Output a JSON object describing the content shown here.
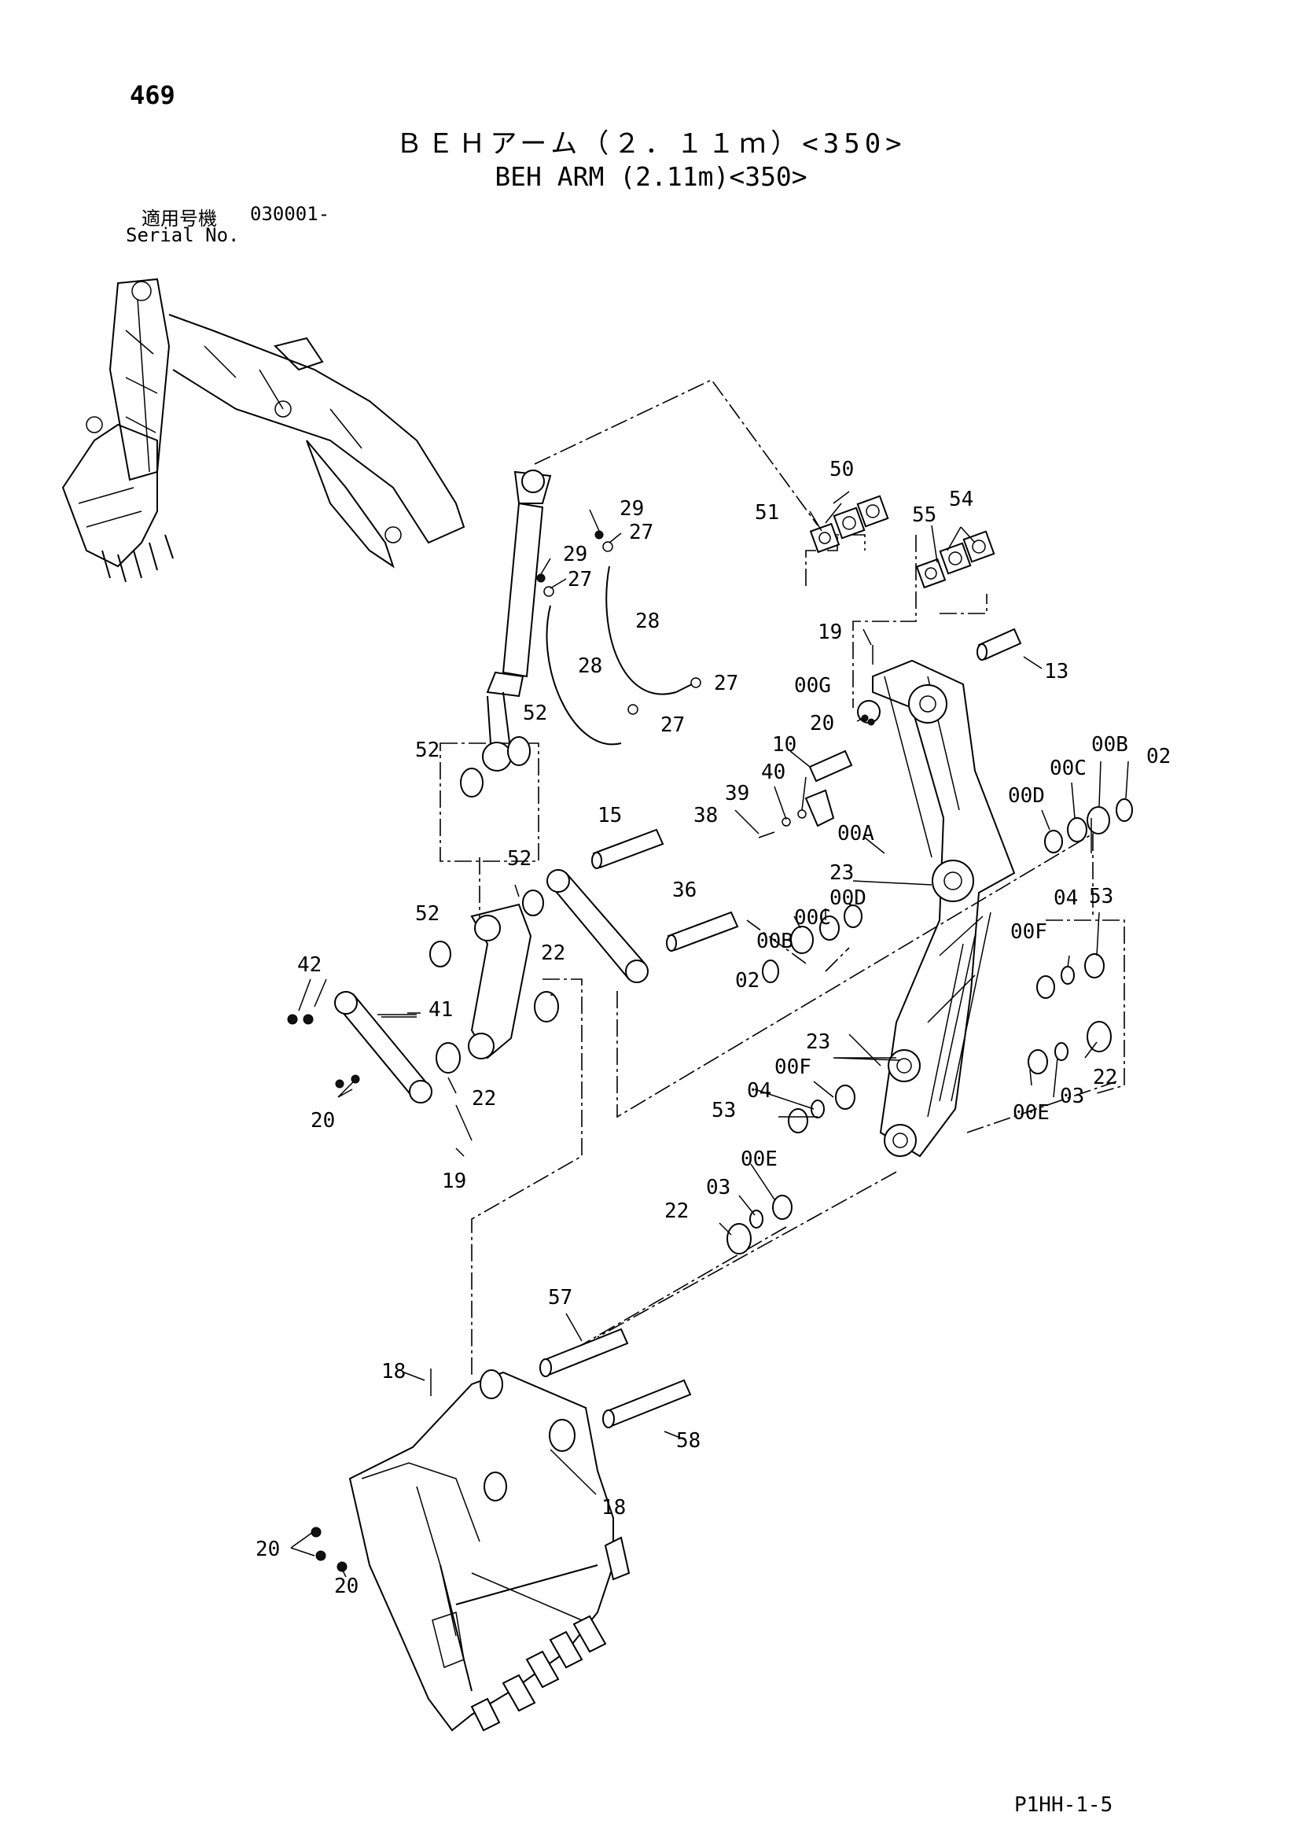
{
  "header": {
    "page_number": "469",
    "title_jp": "ＢＥＨアーム（２．１１ｍ）<350>",
    "title_en": "BEH ARM (2.11m)<350>",
    "serial_label_jp": "適用号機",
    "serial_value": "030001-",
    "serial_label_en": "Serial No."
  },
  "footer": {
    "code": "P1HH-1-5"
  },
  "callouts": [
    {
      "id": "c50",
      "text": "50"
    },
    {
      "id": "c51",
      "text": "51"
    },
    {
      "id": "c55",
      "text": "55"
    },
    {
      "id": "c54",
      "text": "54"
    },
    {
      "id": "c29a",
      "text": "29"
    },
    {
      "id": "c27a",
      "text": "27"
    },
    {
      "id": "c29b",
      "text": "29"
    },
    {
      "id": "c27b",
      "text": "27"
    },
    {
      "id": "c28a",
      "text": "28"
    },
    {
      "id": "c28b",
      "text": "28"
    },
    {
      "id": "c27c",
      "text": "27"
    },
    {
      "id": "c27d",
      "text": "27"
    },
    {
      "id": "c19a",
      "text": "19"
    },
    {
      "id": "c13",
      "text": "13"
    },
    {
      "id": "c00G",
      "text": "00G"
    },
    {
      "id": "c20a",
      "text": "20"
    },
    {
      "id": "c10",
      "text": "10"
    },
    {
      "id": "c52a",
      "text": "52"
    },
    {
      "id": "c52b",
      "text": "52"
    },
    {
      "id": "c40",
      "text": "40"
    },
    {
      "id": "c39",
      "text": "39"
    },
    {
      "id": "c38",
      "text": "38"
    },
    {
      "id": "c00A",
      "text": "00A"
    },
    {
      "id": "c00D1",
      "text": "00D"
    },
    {
      "id": "c00C1",
      "text": "00C"
    },
    {
      "id": "c00B1",
      "text": "00B"
    },
    {
      "id": "c02a",
      "text": "02"
    },
    {
      "id": "c15",
      "text": "15"
    },
    {
      "id": "c52c",
      "text": "52"
    },
    {
      "id": "c23a",
      "text": "23"
    },
    {
      "id": "c36",
      "text": "36"
    },
    {
      "id": "c52d",
      "text": "52"
    },
    {
      "id": "c00D2",
      "text": "00D"
    },
    {
      "id": "c00C2",
      "text": "00C"
    },
    {
      "id": "c00B2",
      "text": "00B"
    },
    {
      "id": "c04a",
      "text": "04"
    },
    {
      "id": "c53a",
      "text": "53"
    },
    {
      "id": "c00F1",
      "text": "00F"
    },
    {
      "id": "c42",
      "text": "42"
    },
    {
      "id": "c22a",
      "text": "22"
    },
    {
      "id": "c41",
      "text": "41"
    },
    {
      "id": "c02b",
      "text": "02"
    },
    {
      "id": "c23b",
      "text": "23"
    },
    {
      "id": "c22b",
      "text": "22"
    },
    {
      "id": "c00F2",
      "text": "00F"
    },
    {
      "id": "c22c",
      "text": "22"
    },
    {
      "id": "c03a",
      "text": "03"
    },
    {
      "id": "c00E1",
      "text": "00E"
    },
    {
      "id": "c20b",
      "text": "20"
    },
    {
      "id": "c04b",
      "text": "04"
    },
    {
      "id": "c53b",
      "text": "53"
    },
    {
      "id": "c19b",
      "text": "19"
    },
    {
      "id": "c00E2",
      "text": "00E"
    },
    {
      "id": "c03b",
      "text": "03"
    },
    {
      "id": "c22d",
      "text": "22"
    },
    {
      "id": "c57",
      "text": "57"
    },
    {
      "id": "c18a",
      "text": "18"
    },
    {
      "id": "c58",
      "text": "58"
    },
    {
      "id": "c18b",
      "text": "18"
    },
    {
      "id": "c20c",
      "text": "20"
    },
    {
      "id": "c20d",
      "text": "20"
    }
  ]
}
